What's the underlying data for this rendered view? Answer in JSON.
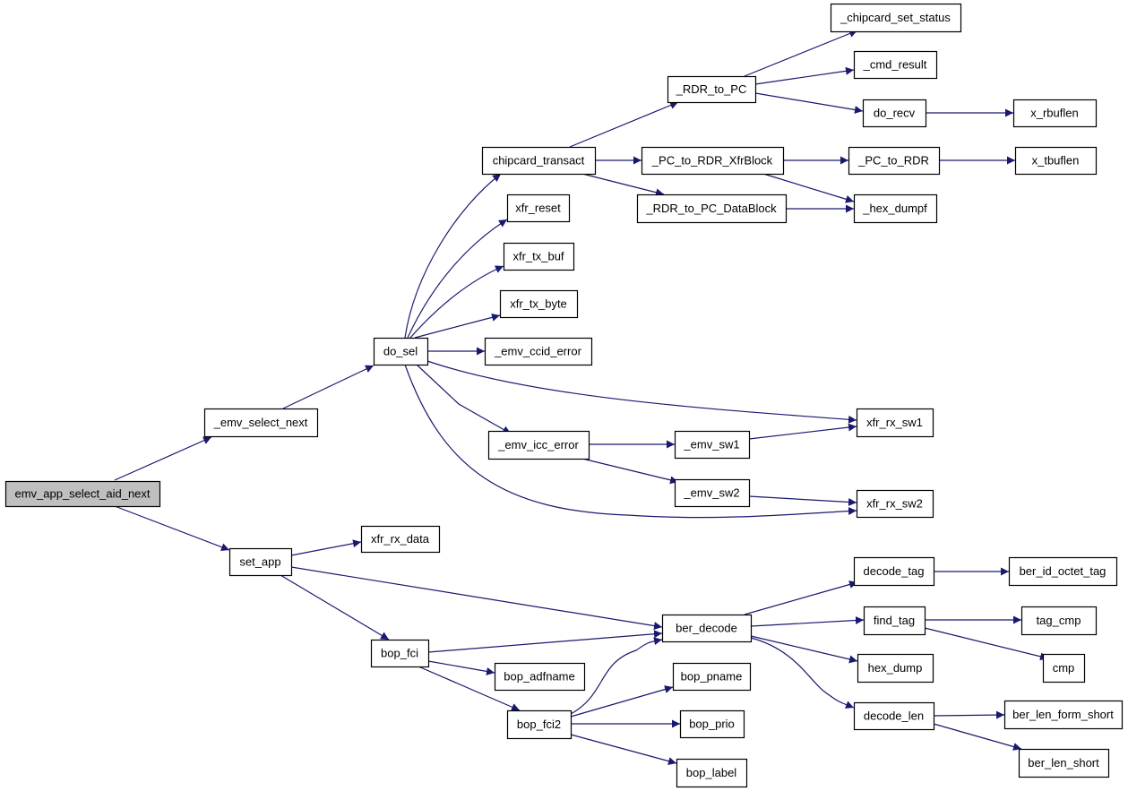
{
  "graph": {
    "title": "",
    "edge_color": "#191970",
    "root_fill": "#bfbfbf",
    "node_fill": "#ffffff",
    "nodes": [
      {
        "id": "emv_app_select_aid_next",
        "label": "emv_app_select_aid_next",
        "root": true
      },
      {
        "id": "_emv_select_next",
        "label": "_emv_select_next"
      },
      {
        "id": "set_app",
        "label": "set_app"
      },
      {
        "id": "do_sel",
        "label": "do_sel"
      },
      {
        "id": "chipcard_transact",
        "label": "chipcard_transact"
      },
      {
        "id": "xfr_reset",
        "label": "xfr_reset"
      },
      {
        "id": "xfr_tx_buf",
        "label": "xfr_tx_buf"
      },
      {
        "id": "xfr_tx_byte",
        "label": "xfr_tx_byte"
      },
      {
        "id": "_emv_ccid_error",
        "label": "_emv_ccid_error"
      },
      {
        "id": "_emv_icc_error",
        "label": "_emv_icc_error"
      },
      {
        "id": "_RDR_to_PC",
        "label": "_RDR_to_PC"
      },
      {
        "id": "_PC_to_RDR_XfrBlock",
        "label": "_PC_to_RDR_XfrBlock"
      },
      {
        "id": "_RDR_to_PC_DataBlock",
        "label": "_RDR_to_PC_DataBlock"
      },
      {
        "id": "_chipcard_set_status",
        "label": "_chipcard_set_status"
      },
      {
        "id": "_cmd_result",
        "label": "_cmd_result"
      },
      {
        "id": "do_recv",
        "label": "do_recv"
      },
      {
        "id": "x_rbuflen",
        "label": "x_rbuflen"
      },
      {
        "id": "_PC_to_RDR",
        "label": "_PC_to_RDR"
      },
      {
        "id": "x_tbuflen",
        "label": "x_tbuflen"
      },
      {
        "id": "_hex_dumpf",
        "label": "_hex_dumpf"
      },
      {
        "id": "xfr_rx_sw1",
        "label": "xfr_rx_sw1"
      },
      {
        "id": "_emv_sw1",
        "label": "_emv_sw1"
      },
      {
        "id": "_emv_sw2",
        "label": "_emv_sw2"
      },
      {
        "id": "xfr_rx_sw2",
        "label": "xfr_rx_sw2"
      },
      {
        "id": "xfr_rx_data",
        "label": "xfr_rx_data"
      },
      {
        "id": "bop_fci",
        "label": "bop_fci"
      },
      {
        "id": "ber_decode",
        "label": "ber_decode"
      },
      {
        "id": "bop_adfname",
        "label": "bop_adfname"
      },
      {
        "id": "bop_fci2",
        "label": "bop_fci2"
      },
      {
        "id": "bop_pname",
        "label": "bop_pname"
      },
      {
        "id": "bop_prio",
        "label": "bop_prio"
      },
      {
        "id": "bop_label",
        "label": "bop_label"
      },
      {
        "id": "decode_tag",
        "label": "decode_tag"
      },
      {
        "id": "ber_id_octet_tag",
        "label": "ber_id_octet_tag"
      },
      {
        "id": "find_tag",
        "label": "find_tag"
      },
      {
        "id": "tag_cmp",
        "label": "tag_cmp"
      },
      {
        "id": "cmp",
        "label": "cmp"
      },
      {
        "id": "hex_dump",
        "label": "hex_dump"
      },
      {
        "id": "decode_len",
        "label": "decode_len"
      },
      {
        "id": "ber_len_form_short",
        "label": "ber_len_form_short"
      },
      {
        "id": "ber_len_short",
        "label": "ber_len_short"
      }
    ],
    "edges": [
      [
        "emv_app_select_aid_next",
        "_emv_select_next"
      ],
      [
        "emv_app_select_aid_next",
        "set_app"
      ],
      [
        "_emv_select_next",
        "do_sel"
      ],
      [
        "do_sel",
        "chipcard_transact"
      ],
      [
        "do_sel",
        "xfr_reset"
      ],
      [
        "do_sel",
        "xfr_tx_buf"
      ],
      [
        "do_sel",
        "xfr_tx_byte"
      ],
      [
        "do_sel",
        "_emv_ccid_error"
      ],
      [
        "do_sel",
        "xfr_rx_sw1"
      ],
      [
        "do_sel",
        "_emv_icc_error"
      ],
      [
        "do_sel",
        "xfr_rx_sw2"
      ],
      [
        "chipcard_transact",
        "_RDR_to_PC"
      ],
      [
        "chipcard_transact",
        "_PC_to_RDR_XfrBlock"
      ],
      [
        "chipcard_transact",
        "_RDR_to_PC_DataBlock"
      ],
      [
        "_RDR_to_PC",
        "_chipcard_set_status"
      ],
      [
        "_RDR_to_PC",
        "_cmd_result"
      ],
      [
        "_RDR_to_PC",
        "do_recv"
      ],
      [
        "do_recv",
        "x_rbuflen"
      ],
      [
        "_PC_to_RDR_XfrBlock",
        "_PC_to_RDR"
      ],
      [
        "_PC_to_RDR_XfrBlock",
        "_hex_dumpf"
      ],
      [
        "_PC_to_RDR",
        "x_tbuflen"
      ],
      [
        "_RDR_to_PC_DataBlock",
        "_hex_dumpf"
      ],
      [
        "_emv_icc_error",
        "_emv_sw1"
      ],
      [
        "_emv_icc_error",
        "_emv_sw2"
      ],
      [
        "_emv_sw1",
        "xfr_rx_sw1"
      ],
      [
        "_emv_sw2",
        "xfr_rx_sw2"
      ],
      [
        "set_app",
        "xfr_rx_data"
      ],
      [
        "set_app",
        "ber_decode"
      ],
      [
        "set_app",
        "bop_fci"
      ],
      [
        "bop_fci",
        "ber_decode"
      ],
      [
        "bop_fci",
        "bop_adfname"
      ],
      [
        "bop_fci",
        "bop_fci2"
      ],
      [
        "bop_fci2",
        "ber_decode"
      ],
      [
        "bop_fci2",
        "bop_pname"
      ],
      [
        "bop_fci2",
        "bop_prio"
      ],
      [
        "bop_fci2",
        "bop_label"
      ],
      [
        "ber_decode",
        "decode_tag"
      ],
      [
        "ber_decode",
        "find_tag"
      ],
      [
        "ber_decode",
        "hex_dump"
      ],
      [
        "ber_decode",
        "decode_len"
      ],
      [
        "decode_tag",
        "ber_id_octet_tag"
      ],
      [
        "find_tag",
        "tag_cmp"
      ],
      [
        "find_tag",
        "cmp"
      ],
      [
        "decode_len",
        "ber_len_form_short"
      ],
      [
        "decode_len",
        "ber_len_short"
      ]
    ]
  }
}
